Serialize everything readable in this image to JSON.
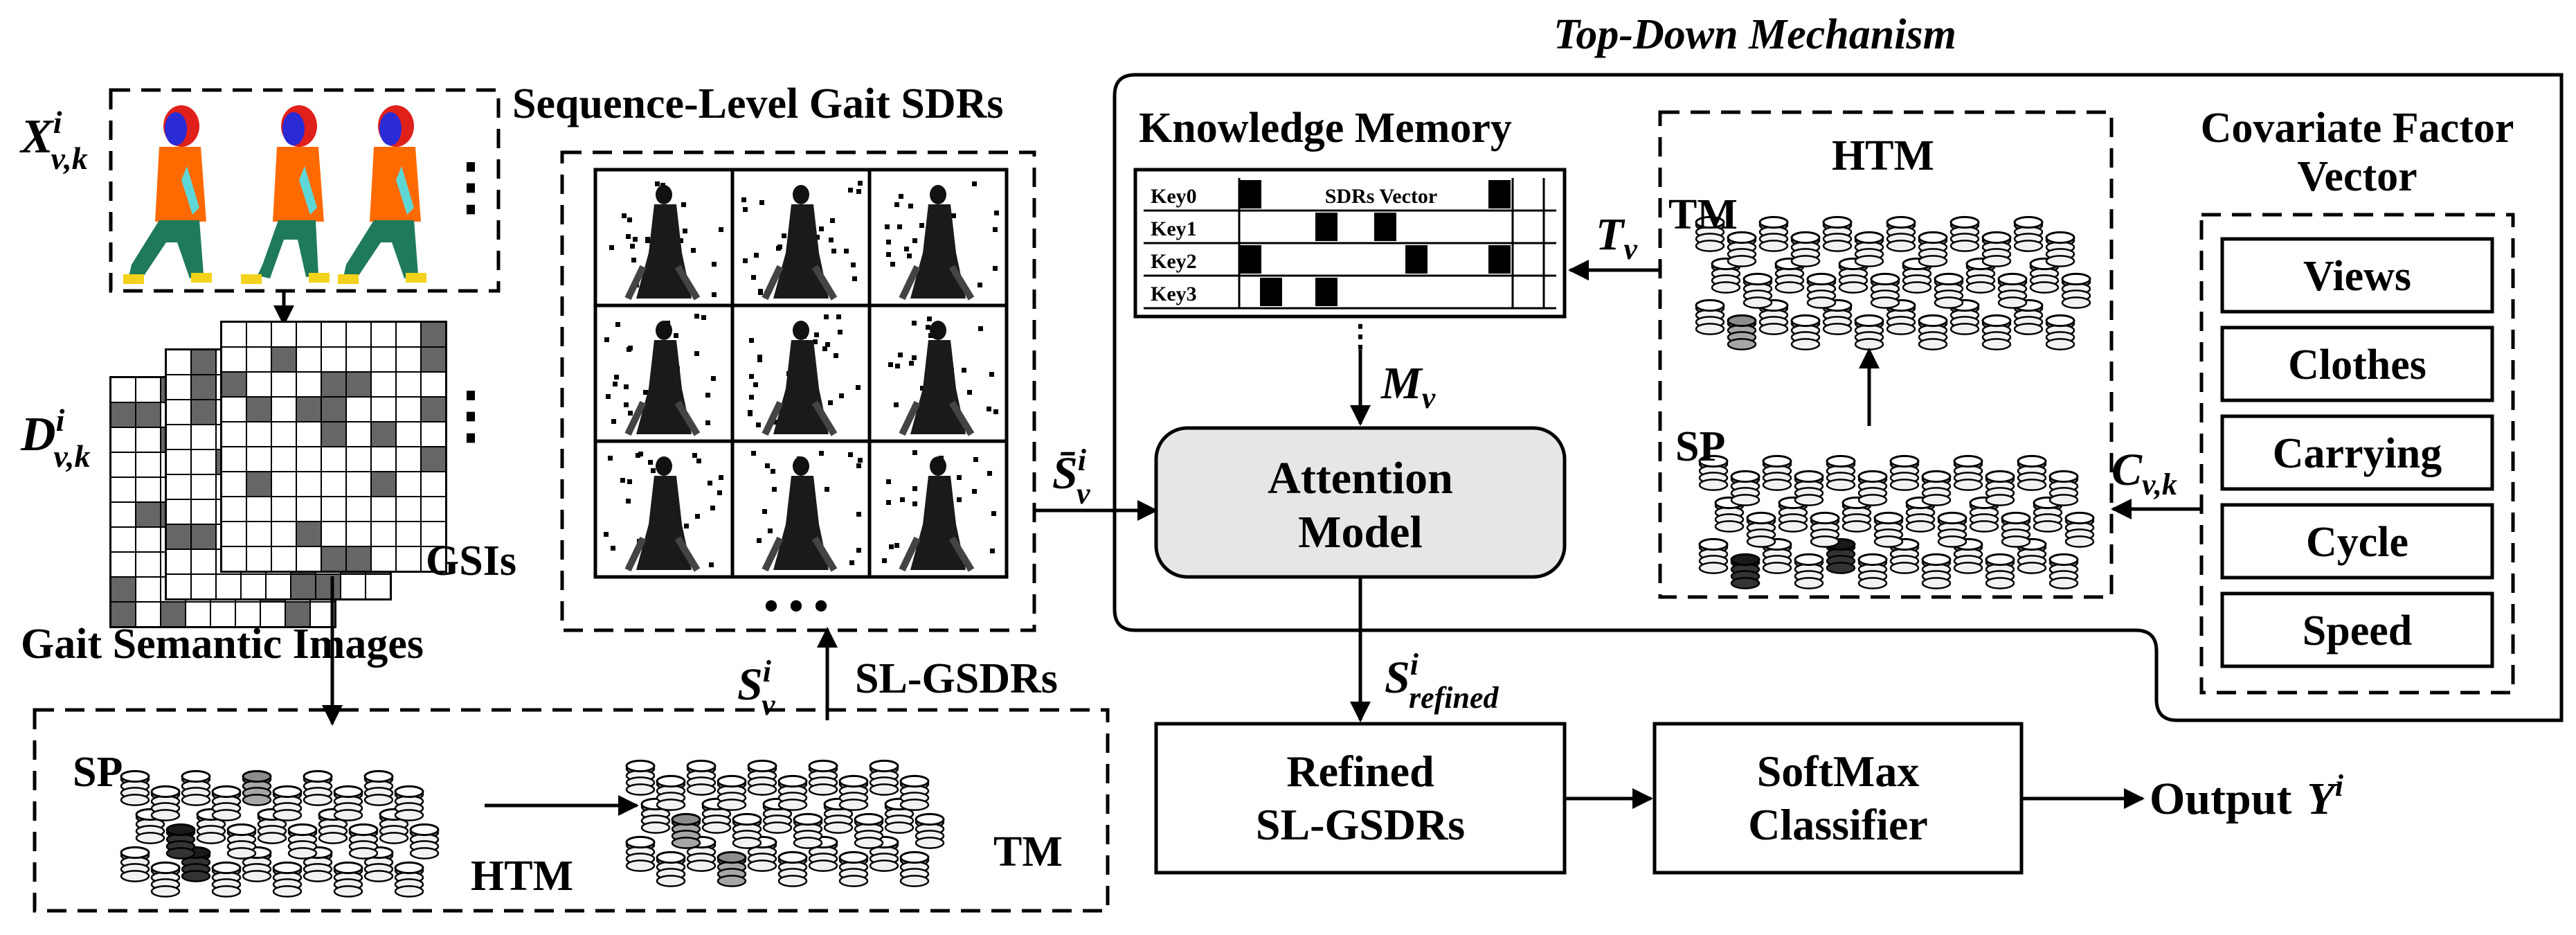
{
  "title": "Top-Down Mechanism",
  "inputs": {
    "x_symbol": {
      "base": "X",
      "sup": "i",
      "sub": "v,k"
    },
    "d_symbol": {
      "base": "D",
      "sup": "i",
      "sub": "v,k"
    },
    "gsis_label": "GSIs",
    "gsi_caption": "Gait Semantic Images",
    "ellipsis": "⋮",
    "hellipsis": "• • •"
  },
  "sequence_sdrs": {
    "title": "Sequence-Level Gait SDRs"
  },
  "bottom_htm": {
    "sp_label": "SP",
    "htm_label": "HTM",
    "tm_label": "TM",
    "sv_symbol": {
      "base": "S",
      "sup": "i",
      "sub": "v"
    },
    "slgsdrs_label": "SL-GSDRs"
  },
  "knowledge_memory": {
    "title": "Knowledge Memory",
    "keys": [
      "Key0",
      "Key1",
      "Key2",
      "Key3"
    ],
    "vector_label": "SDRs Vector",
    "mv_symbol": {
      "base": "M",
      "sub": "v"
    },
    "dots": "⋮"
  },
  "htm_block": {
    "title": "HTM",
    "tm_label": "TM",
    "sp_label": "SP",
    "tv_symbol": {
      "base": "T",
      "sub": "v"
    }
  },
  "covariate": {
    "title_line1": "Covariate Factor",
    "title_line2": "Vector",
    "items": [
      "Views",
      "Clothes",
      "Carrying",
      "Cycle",
      "Speed"
    ],
    "cvk_symbol": {
      "base": "C",
      "sub": "v,k"
    }
  },
  "attention": {
    "line1": "Attention",
    "line2": "Model",
    "sbar_symbol": {
      "base": "S̄",
      "sup": "i",
      "sub": "v"
    },
    "fill": "#e6e6e6"
  },
  "refined": {
    "line1": "Refined",
    "line2": "SL-GSDRs",
    "srefined_symbol": {
      "base": "S",
      "sup": "i",
      "sub": "refined"
    }
  },
  "softmax": {
    "line1": "SoftMax",
    "line2": "Classifier"
  },
  "output": {
    "label": "Output",
    "symbol": {
      "base": "Y",
      "sup": "i"
    }
  },
  "colors": {
    "body": "#ff6a00",
    "head": "#e0201b",
    "face": "#2b2bd6",
    "legs": "#1f7a5a",
    "feet": "#f2d21b",
    "arm": "#5fd7d7",
    "cell_dark": "#666666",
    "cyl_active_dark": "#1a1a1a",
    "cyl_active_gray": "#8c8c8c"
  }
}
